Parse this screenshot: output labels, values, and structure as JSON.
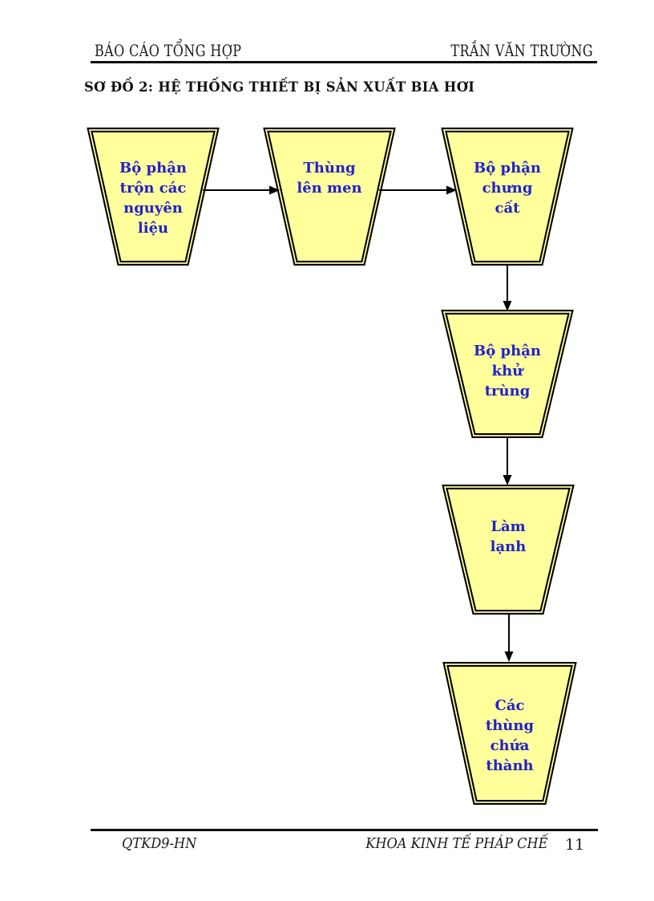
{
  "header": {
    "left": "BÁO CÁO TỔNG HỢP",
    "right": "TRẦN VĂN TRƯỜNG"
  },
  "title": "SƠ ĐỒ 2: HỆ THỐNG THIẾT BỊ SẢN XUẤT BIA HƠI",
  "flowchart": {
    "nodes": [
      {
        "id": 1,
        "label": "Bộ phận\ntrộn các\nnguyên\nliệu"
      },
      {
        "id": 2,
        "label": "Thùng\nlên men"
      },
      {
        "id": 3,
        "label": "Bộ phận\nchưng\ncất"
      },
      {
        "id": 4,
        "label": "Bộ phận\nkhử\ntrùng"
      },
      {
        "id": 5,
        "label": "Làm\nlạnh"
      },
      {
        "id": 6,
        "label": "Các\nthùng\nchứa\nthành"
      }
    ],
    "edges": [
      {
        "from": 1,
        "to": 2
      },
      {
        "from": 2,
        "to": 3
      },
      {
        "from": 3,
        "to": 4
      },
      {
        "from": 4,
        "to": 5
      },
      {
        "from": 5,
        "to": 6
      }
    ],
    "colors": {
      "node_fill": "#FFFF9C",
      "node_border": "#000000",
      "label_text": "#2121CE",
      "arrow": "#000000"
    }
  },
  "footer": {
    "left": "QTKD9-HN",
    "right": "KHOA KINH TẾ PHÁP CHẾ",
    "page_number": "11"
  }
}
